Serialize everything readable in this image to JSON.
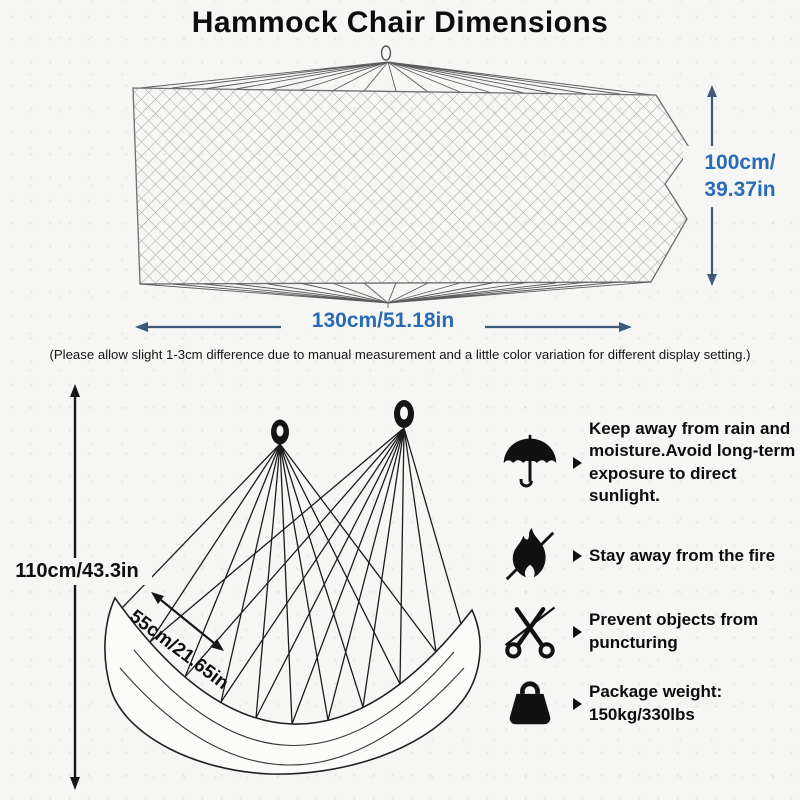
{
  "page": {
    "title": "Hammock Chair Dimensions",
    "note": "(Please allow slight 1-3cm difference due to manual measurement and a little color variation for different display setting.)"
  },
  "flat_hammock": {
    "width_label": "130cm/51.18in",
    "height_label": "100cm/\n39.37in"
  },
  "hanging_chair": {
    "height_label": "110cm/43.3in",
    "seat_label": "55cm/21.65in"
  },
  "warnings": [
    {
      "icon": "umbrella-icon",
      "text": "Keep away from rain and moisture.Avoid long-term exposure to direct sunlight."
    },
    {
      "icon": "no-fire-icon",
      "text": "Stay away from the fire"
    },
    {
      "icon": "no-puncture-icon",
      "text": "Prevent objects from puncturing"
    },
    {
      "icon": "weight-icon",
      "text": "Package weight:\n150kg/330lbs"
    }
  ],
  "colors": {
    "dimension_text": "#2a6bb5",
    "dimension_line": "#3d5a7a",
    "ink": "#111111",
    "background": "#f6f6f4"
  }
}
